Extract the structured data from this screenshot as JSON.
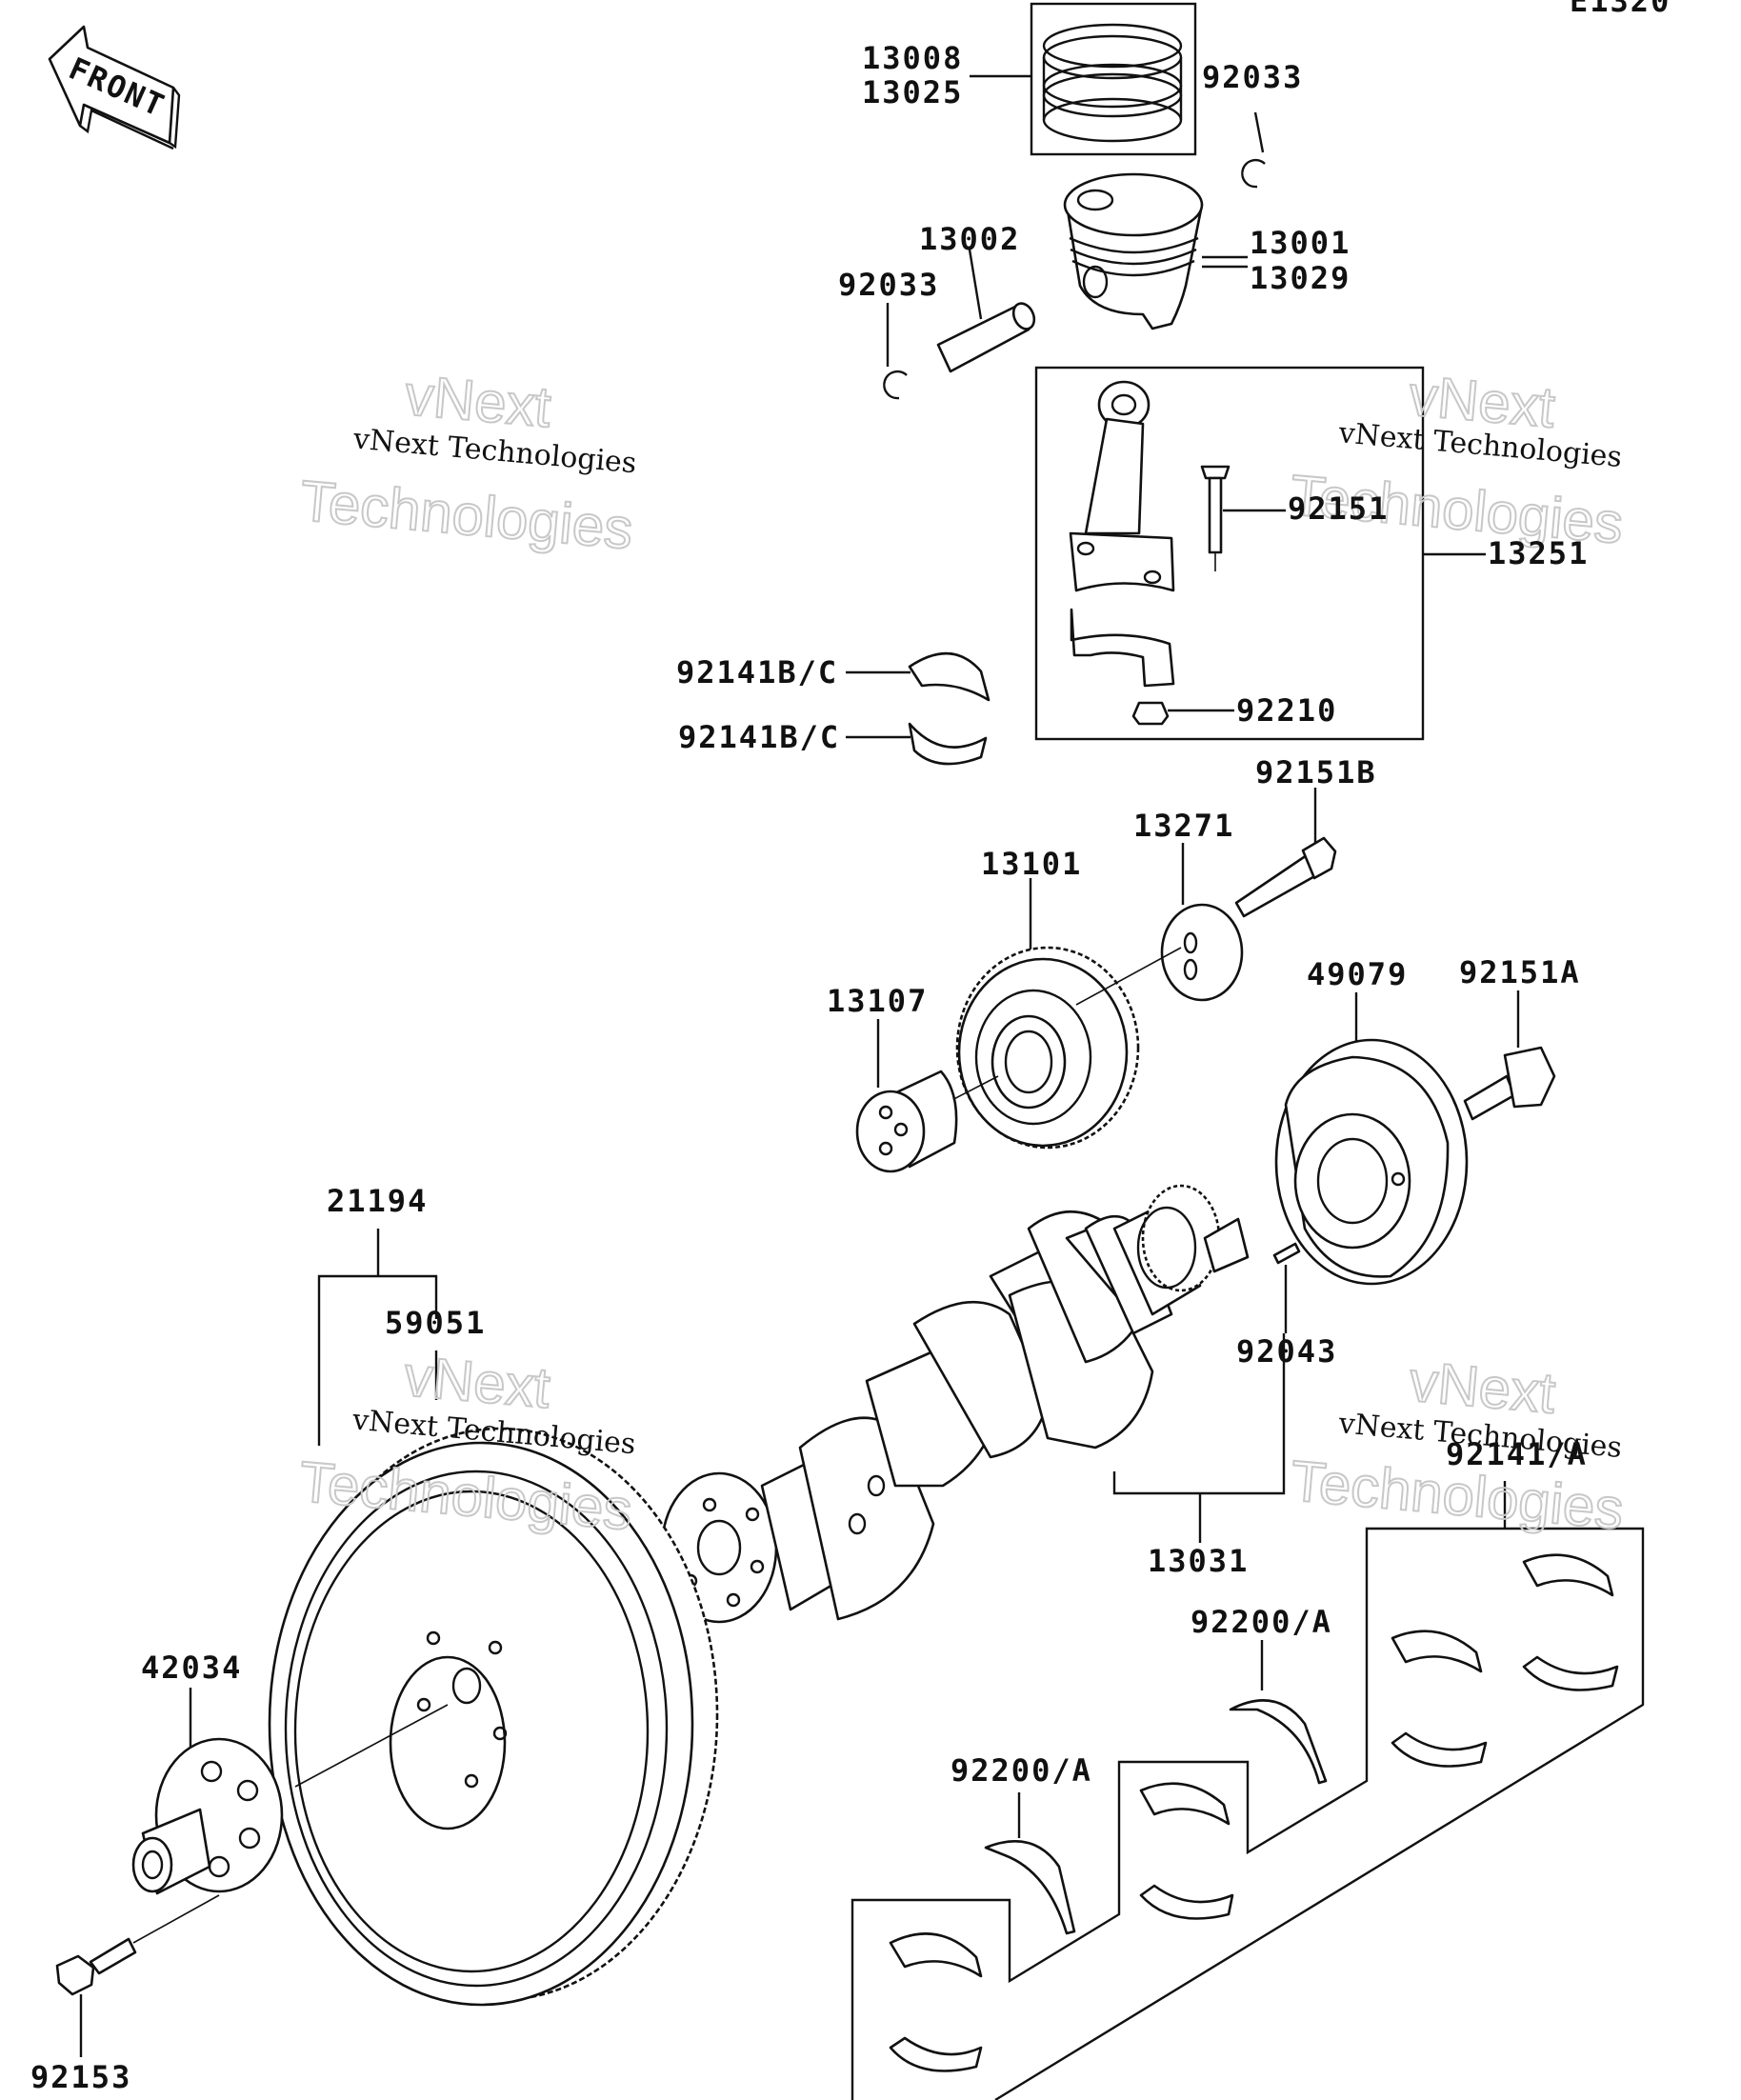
{
  "diagram": {
    "code": "E1320",
    "front_label": "FRONT",
    "watermark_line1": "vNext Technologies",
    "watermark_line2": "vNext",
    "watermark_line3": "Technologies",
    "parts": [
      {
        "id": "p13008",
        "number": "13008"
      },
      {
        "id": "p13025",
        "number": "13025"
      },
      {
        "id": "p92033a",
        "number": "92033"
      },
      {
        "id": "p13002",
        "number": "13002"
      },
      {
        "id": "p92033b",
        "number": "92033"
      },
      {
        "id": "p13001",
        "number": "13001"
      },
      {
        "id": "p13029",
        "number": "13029"
      },
      {
        "id": "p92151",
        "number": "92151"
      },
      {
        "id": "p13251",
        "number": "13251"
      },
      {
        "id": "p92141bc1",
        "number": "92141B/C"
      },
      {
        "id": "p92141bc2",
        "number": "92141B/C"
      },
      {
        "id": "p92210",
        "number": "92210"
      },
      {
        "id": "p92151b",
        "number": "92151B"
      },
      {
        "id": "p13271",
        "number": "13271"
      },
      {
        "id": "p13101",
        "number": "13101"
      },
      {
        "id": "p49079",
        "number": "49079"
      },
      {
        "id": "p92151a",
        "number": "92151A"
      },
      {
        "id": "p13107",
        "number": "13107"
      },
      {
        "id": "p21194",
        "number": "21194"
      },
      {
        "id": "p59051",
        "number": "59051"
      },
      {
        "id": "p92043",
        "number": "92043"
      },
      {
        "id": "p92141a",
        "number": "92141/A"
      },
      {
        "id": "p13031",
        "number": "13031"
      },
      {
        "id": "p92200a1",
        "number": "92200/A"
      },
      {
        "id": "p42034",
        "number": "42034"
      },
      {
        "id": "p92200a2",
        "number": "92200/A"
      },
      {
        "id": "p92153",
        "number": "92153"
      }
    ]
  }
}
